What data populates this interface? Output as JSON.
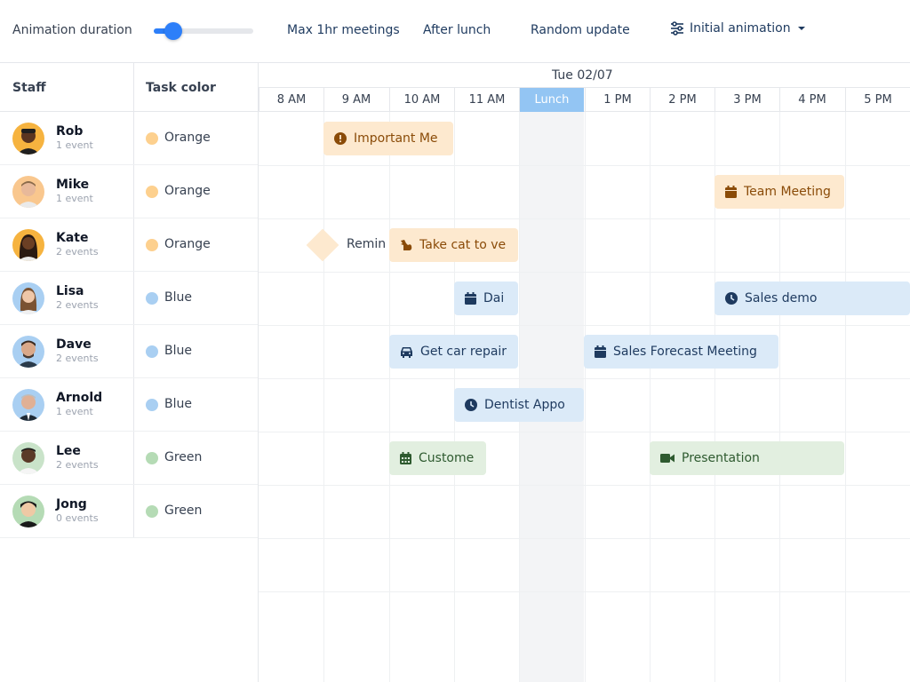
{
  "toolbar": {
    "animation_label": "Animation duration",
    "slider_value_percent": 20,
    "buttons": [
      "Max 1hr meetings",
      "After lunch",
      "Random update"
    ],
    "menu_label": "Initial animation",
    "menu_icon": "sliders-icon",
    "menu_chevron": "chevron-down-icon"
  },
  "grid": {
    "staff_header": "Staff",
    "color_header": "Task color"
  },
  "timeline": {
    "date": "Tue 02/07",
    "hours": [
      "8 AM",
      "9 AM",
      "10 AM",
      "11 AM",
      "Lunch",
      "1 PM",
      "2 PM",
      "3 PM",
      "4 PM",
      "5 PM"
    ]
  },
  "staff": [
    {
      "name": "Rob",
      "events": "1 event",
      "color": "Orange",
      "dot": "#fdd08e"
    },
    {
      "name": "Mike",
      "events": "1 event",
      "color": "Orange",
      "dot": "#fdd08e"
    },
    {
      "name": "Kate",
      "events": "2 events",
      "color": "Orange",
      "dot": "#fdd08e"
    },
    {
      "name": "Lisa",
      "events": "2 events",
      "color": "Blue",
      "dot": "#a9cff2"
    },
    {
      "name": "Dave",
      "events": "2 events",
      "color": "Blue",
      "dot": "#a9cff2"
    },
    {
      "name": "Arnold",
      "events": "1 event",
      "color": "Blue",
      "dot": "#a9cff2"
    },
    {
      "name": "Lee",
      "events": "2 events",
      "color": "Green",
      "dot": "#b5dbb5"
    },
    {
      "name": "Jong",
      "events": "0 events",
      "color": "Green",
      "dot": "#b5dbb5"
    }
  ],
  "events": [
    {
      "label": "Important Me",
      "icon": "alert-circle-icon",
      "color": "orange"
    },
    {
      "label": "Team Meeting",
      "icon": "calendar-icon",
      "color": "orange"
    },
    {
      "label": "Remin",
      "icon": "milestone-diamond-icon",
      "color": "orange"
    },
    {
      "label": "Take cat to ve",
      "icon": "cat-icon",
      "color": "orange"
    },
    {
      "label": "Dai",
      "icon": "calendar-icon",
      "color": "blue"
    },
    {
      "label": "Sales demo",
      "icon": "clock-icon",
      "color": "blue"
    },
    {
      "label": "Get car repair",
      "icon": "car-icon",
      "color": "blue"
    },
    {
      "label": "Sales Forecast Meeting",
      "icon": "calendar-icon",
      "color": "blue"
    },
    {
      "label": "Dentist Appo",
      "icon": "clock-icon",
      "color": "blue"
    },
    {
      "label": "Custome",
      "icon": "calendar-grid-icon",
      "color": "green"
    },
    {
      "label": "Presentation",
      "icon": "video-icon",
      "color": "green"
    }
  ],
  "colors": {
    "accent": "#2d7ff9",
    "lunch_header": "#93c5f3",
    "orange_event": "#fde9cf",
    "blue_event": "#dbeaf8",
    "green_event": "#e2efe0"
  }
}
